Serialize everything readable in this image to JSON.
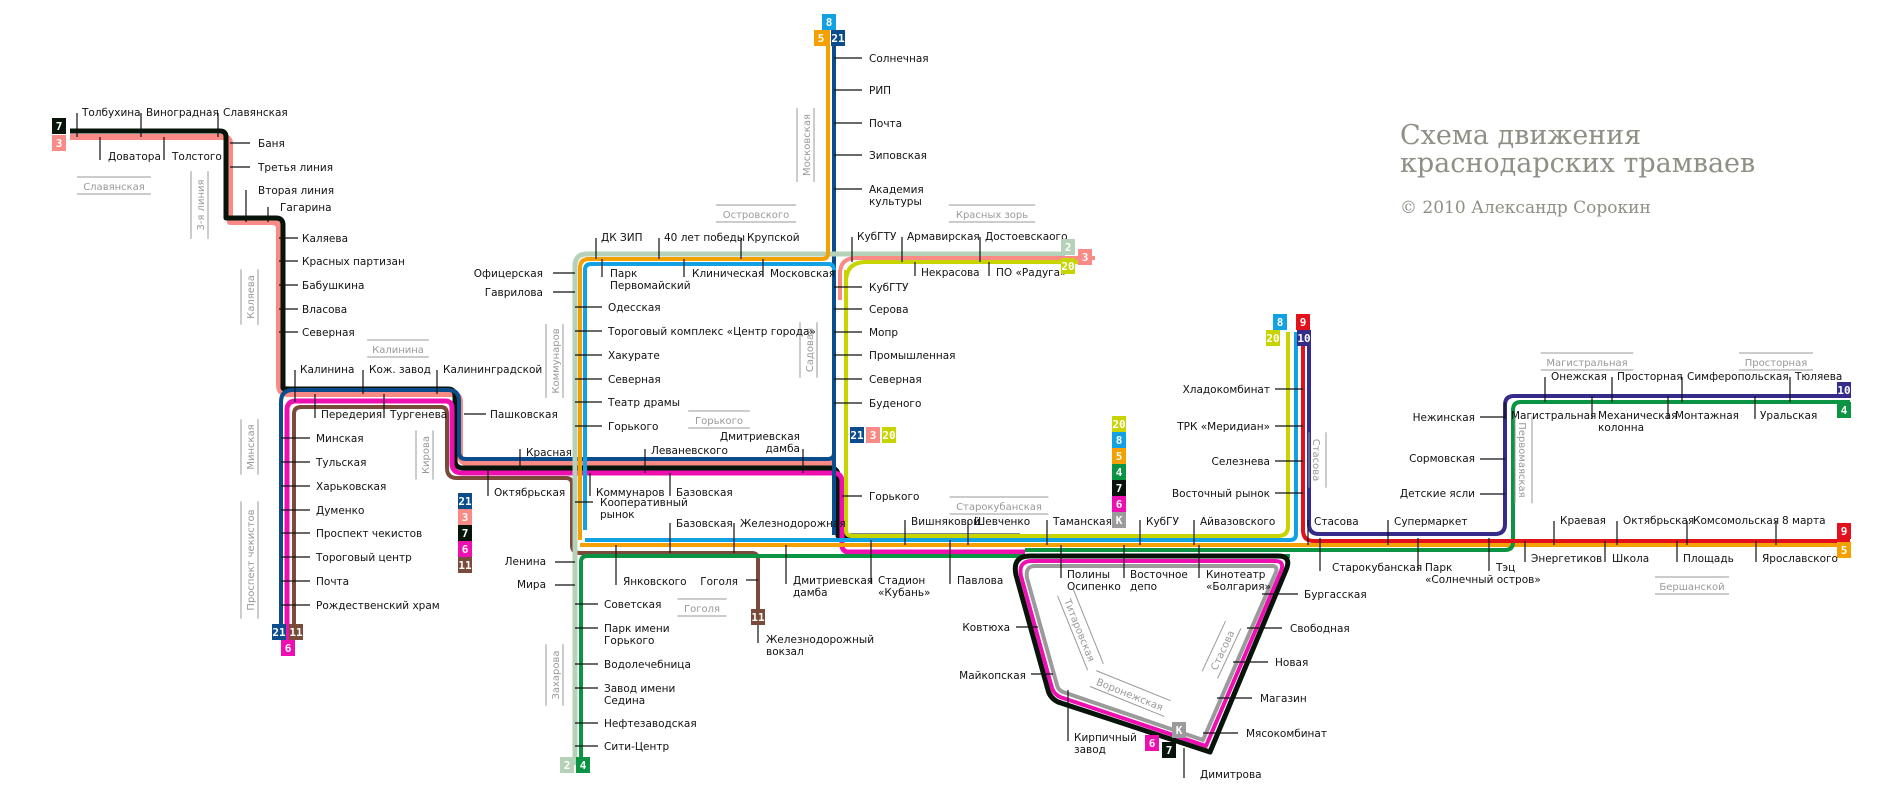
{
  "title": {
    "line1": "Схема движения",
    "line2": "краснодарских трамваев",
    "copyright": "© 2010 Александр Сорокин"
  },
  "colors": {
    "r2": "#b5d1b7",
    "r3": "#f98a85",
    "r4": "#0b9444",
    "r5": "#f4a000",
    "r6": "#ee0fb0",
    "r7": "#071409",
    "r8": "#12a2e4",
    "r9": "#e3101d",
    "r10": "#352b8a",
    "r11": "#7a4a3a",
    "r20": "#c7d400",
    "r21": "#0b4c8c",
    "rK": "#9b9b9b",
    "street": "#999999"
  },
  "route_badges": {
    "nw": [
      "7",
      "3"
    ],
    "north": [
      "8",
      "5",
      "21"
    ],
    "south_w": [
      "21",
      "11",
      "6"
    ],
    "okt_stack": [
      "21",
      "3",
      "7",
      "6",
      "11"
    ],
    "sad_row": [
      "21",
      "3",
      "20"
    ],
    "kras_zor": [
      "2",
      "3",
      "20"
    ],
    "gogolya": "11",
    "zakharova": [
      "2",
      "4"
    ],
    "center_stack": [
      "20",
      "8",
      "5",
      "4",
      "7",
      "6",
      "К"
    ],
    "loop": [
      "К",
      "6",
      "7"
    ],
    "stasova": [
      "8",
      "9",
      "20",
      "10"
    ],
    "east_top": [
      "10",
      "4"
    ],
    "east_bottom": [
      "9",
      "5"
    ]
  },
  "streets": {
    "slavyanskaya": "Славянская",
    "tretya": "3-я линия",
    "kalyaeva": "Каляева",
    "kalinina": "Калинина",
    "minskaya": "Минская",
    "prospekt": "Проспект чекистов",
    "kirova": "Кирова",
    "kommunarov": "Коммунаров",
    "ostrovskogo": "Островского",
    "moskovskaya": "Московская",
    "krasnyh_zor": "Красных зорь",
    "sadovaya": "Садовая",
    "gorkogo": "Горького",
    "gogolya": "Гоголя",
    "zakharova": "Захарова",
    "starokubanskaya": "Старокубанская",
    "titarovskaya": "Титаровская",
    "voronezhskaya": "Воронежская",
    "stasova_loop": "Стасова",
    "stasova": "Стасова",
    "pervomayskaya": "Первомаяская",
    "magistralnaya": "Магистральная",
    "prostornaya": "Просторная",
    "bershanskoy": "Бершанской"
  },
  "stops": {
    "tolbukhina": "Толбухина",
    "vinogradnaya": "Виноградная",
    "slavyanskaya": "Славянская",
    "dovatora": "Доватора",
    "tolstogo": "Толстого",
    "banya": "Баня",
    "tretya": "Третья линия",
    "vtoraya": "Вторая линия",
    "gagarina": "Гагарина",
    "kalyaeva": "Каляева",
    "krasnyh_partizan": "Красных партизан",
    "babushkina": "Бабушкина",
    "vlasova": "Власова",
    "severnaya1": "Северная",
    "kalinina": "Калинина",
    "kozh": "Кож. завод",
    "kaliningradskoy": "Калининградской",
    "perederiya": "Передерия",
    "turgeneva": "Тургенева",
    "pashkovskaya": "Пашковская",
    "minskaya": "Минская",
    "tulskaya": "Тульская",
    "kharkovskaya": "Харьковская",
    "dumenko": "Думенко",
    "prospekt": "Проспект чекистов",
    "torg_center": "Тороговый центр",
    "pochta1": "Почта",
    "rozhd": "Рождественский храм",
    "krasnaya": "Красная",
    "oktyabrskaya1": "Октябрьская",
    "ofitserskaya": "Офицерская",
    "gavrilova": "Гаврилова",
    "dk_zip": "ДК ЗИП",
    "40let": "40 лет победы",
    "krupskoy": "Крупской",
    "park_perv": "Парк Первомайский",
    "klinicheskaya": "Клиническая",
    "moskovskaya": "Московская",
    "odesskaya": "Одесская",
    "torg_kompleks": "Тороговый комплекс «Центр города»",
    "khakurate": "Хакурате",
    "severnaya2": "Северная",
    "teatr": "Театр драмы",
    "gorkogo1": "Горького",
    "levanevskogo": "Леваневского",
    "dmitr1": "Дмитриевская дамба",
    "kommunarov": "Коммунаров",
    "bazovskaya1": "Базовская",
    "koop": "Кооперативный рынок",
    "bazovskaya2": "Базовская",
    "zheleznodor": "Железнодорожная",
    "lenina": "Ленина",
    "mira": "Мира",
    "yankovskogo": "Янковского",
    "gogolya": "Гоголя",
    "dmitr2": "Дмитриевская дамба",
    "vokzal": "Железнодорожный вокзал",
    "sovetskaya": "Советская",
    "park_gork": "Парк имени Горького",
    "vodoleb": "Водолечебница",
    "sedina": "Завод имени Седина",
    "neftezav": "Нефтезаводская",
    "siti": "Сити-Центр",
    "solnechnaya": "Солнечная",
    "rip": "РИП",
    "pochta2": "Почта",
    "zipovskaya": "Зиповская",
    "akademiya": "Академия культуры",
    "kubgtu1": "КубГТУ",
    "armavirskaya": "Армавирская",
    "dostoevskogo": "Достоевскаого",
    "nekrasova": "Некрасова",
    "raduga": "ПО «Радуга»",
    "kubgtu2": "КубГТУ",
    "serova": "Серова",
    "mopr": "Мопр",
    "promyshl": "Промышленная",
    "severnaya3": "Северная",
    "budenogo": "Буденого",
    "gorkogo2": "Горького",
    "vishnyakovoy": "Вишняковой",
    "shevchenko": "Шевченко",
    "tamanskaya": "Таманская",
    "kubgu": "КубГУ",
    "ayvazovskogo": "Айвазовского",
    "stadion": "Стадион «Кубань»",
    "pavlova": "Павлова",
    "osipenko": "Полины Осипенко",
    "depo": "Восточное депо",
    "bolgariya": "Кинотеатр «Болгария»",
    "burgasskaya": "Бургасская",
    "svobodnaya": "Свободная",
    "novaya": "Новая",
    "magazin": "Магазин",
    "myasokomb": "Мясокомбинат",
    "dimitrova": "Димитрова",
    "kovtyukha": "Ковтюха",
    "maykopskaya": "Майкопская",
    "kirpich": "Кирпичный завод",
    "khladokomb": "Хладокомбинат",
    "meridian": "ТРК «Меридиан»",
    "selezneva": "Селезнева",
    "vost_rynok": "Восточный рынок",
    "stasova": "Стасова",
    "supermarket": "Супермаркет",
    "starokub": "Старокубанская",
    "park_soln": "Парк «Солнечный остров»",
    "tets": "Тэц",
    "nezhinskaya": "Нежинская",
    "sormovskaya": "Сормовская",
    "detskie": "Детские ясли",
    "magistralnaya": "Магистральная",
    "onezhskaya": "Онежская",
    "prostornaya": "Просторная",
    "mekh": "Механическая колонна",
    "simferopolskaya": "Симферопольская",
    "montazhnaya": "Монтажная",
    "tyulyaeva": "Тюляева",
    "uralskaya": "Уральская",
    "kraevaya": "Краевая",
    "energetikov": "Энергетиков",
    "oktyabrskaya2": "Октябрьская",
    "shkola": "Школа",
    "komsomolskaya": "Комсомольская",
    "ploshchad": "Площадь",
    "8marta": "8 марта",
    "yaroslavskogo": "Ярославского"
  }
}
